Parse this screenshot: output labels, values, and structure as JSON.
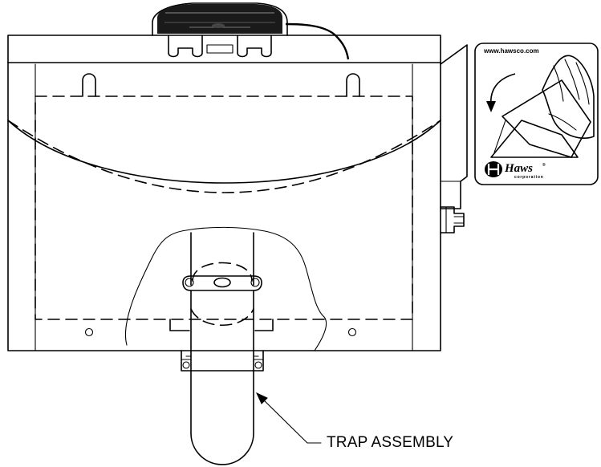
{
  "callout": {
    "label": "TRAP ASSEMBLY"
  },
  "label_plate": {
    "url": "www.hawsco.com",
    "brand": "Haws",
    "brand_sub": "corporation",
    "brand_mark": "®"
  }
}
